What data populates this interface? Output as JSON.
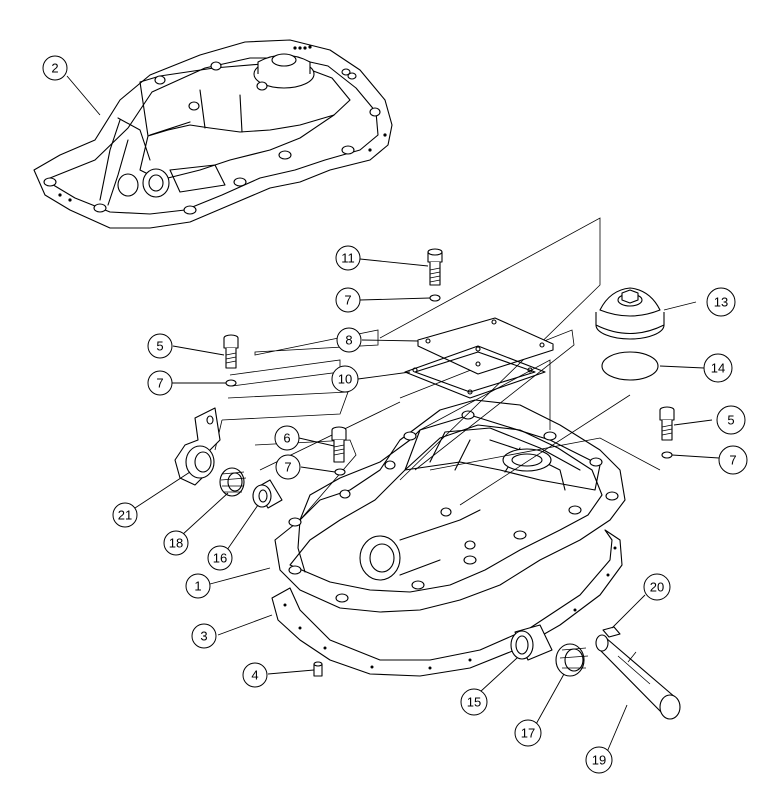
{
  "callouts": [
    {
      "id": "c2",
      "label": "2"
    },
    {
      "id": "c11",
      "label": "11"
    },
    {
      "id": "c7a",
      "label": "7"
    },
    {
      "id": "c13",
      "label": "13"
    },
    {
      "id": "c8",
      "label": "8"
    },
    {
      "id": "c5a",
      "label": "5"
    },
    {
      "id": "c7b",
      "label": "7"
    },
    {
      "id": "c10",
      "label": "10"
    },
    {
      "id": "c14",
      "label": "14"
    },
    {
      "id": "c5b",
      "label": "5"
    },
    {
      "id": "c6",
      "label": "6"
    },
    {
      "id": "c7c",
      "label": "7"
    },
    {
      "id": "c7d",
      "label": "7"
    },
    {
      "id": "c21",
      "label": "21"
    },
    {
      "id": "c18",
      "label": "18"
    },
    {
      "id": "c16",
      "label": "16"
    },
    {
      "id": "c1",
      "label": "1"
    },
    {
      "id": "c20",
      "label": "20"
    },
    {
      "id": "c3",
      "label": "3"
    },
    {
      "id": "c4",
      "label": "4"
    },
    {
      "id": "c15",
      "label": "15"
    },
    {
      "id": "c17",
      "label": "17"
    },
    {
      "id": "c19",
      "label": "19"
    }
  ]
}
